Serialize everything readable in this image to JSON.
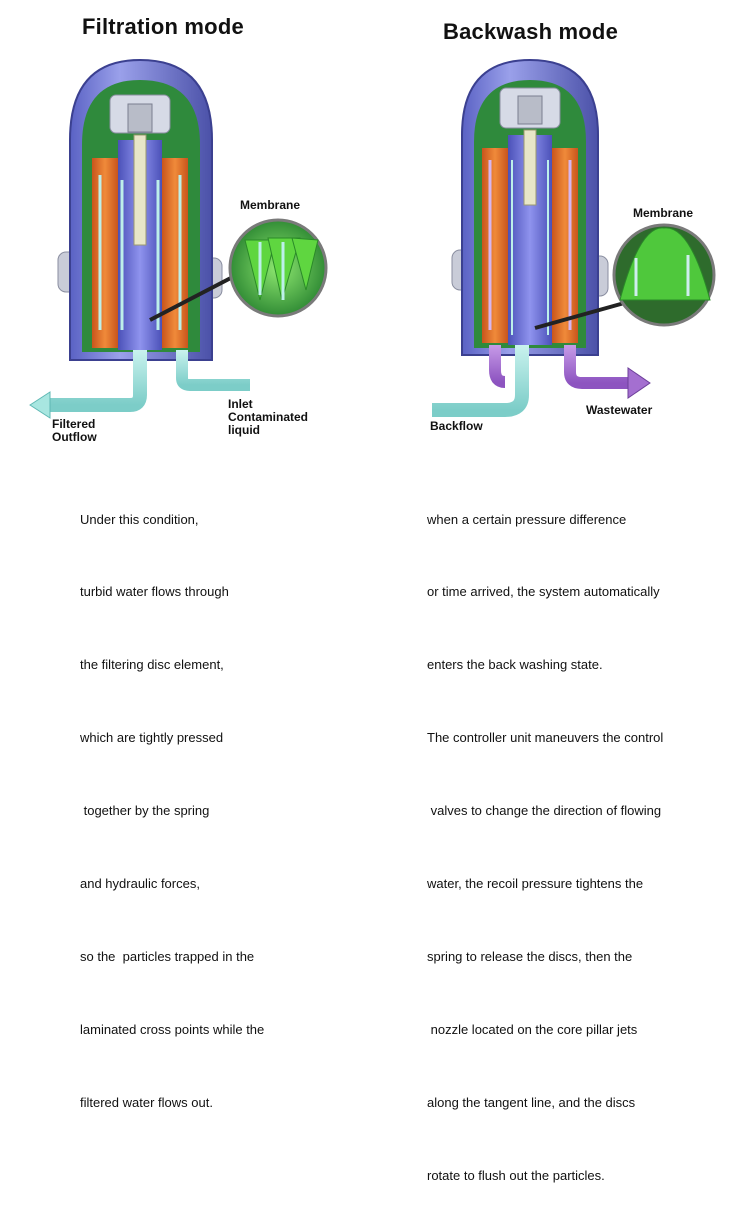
{
  "titles": {
    "left": "Filtration mode",
    "right": "Backwash mode"
  },
  "left_diagram": {
    "membrane_label": "Membrane",
    "inlet_label_lines": [
      "Inlet",
      "Contaminated",
      "liquid"
    ],
    "outflow_label_lines": [
      "Filtered",
      "Outflow"
    ]
  },
  "right_diagram": {
    "membrane_label": "Membrane",
    "backflow_label": "Backflow",
    "wastewater_label": "Wastewater"
  },
  "descriptions": {
    "left": [
      "Under this condition,",
      "turbid water flows through",
      "the filtering disc element,",
      "which are tightly pressed",
      " together by the spring",
      "and hydraulic forces,",
      "so the  particles trapped in the",
      "laminated cross points while the",
      "filtered water flows out."
    ],
    "right": [
      "when a certain pressure difference",
      "or time arrived, the system automatically",
      "enters the back washing state.",
      "The controller unit maneuvers the control",
      " valves to change the direction of flowing",
      "water, the recoil pressure tightens the",
      "spring to release the discs, then the",
      " nozzle located on the core pillar jets",
      "along the tangent line, and the discs",
      "rotate to flush out the particles."
    ]
  },
  "colors": {
    "housing": "#7b83d6",
    "housing_dark": "#4b51a8",
    "inner_green": "#2f8a3c",
    "disc_orange": "#e8732a",
    "core_blue": "#6f74d8",
    "water": "#a8e6e0",
    "water_dark": "#5fb8b4",
    "backwash_purple": "#a46fd0",
    "membrane_green": "#4fc83c"
  }
}
